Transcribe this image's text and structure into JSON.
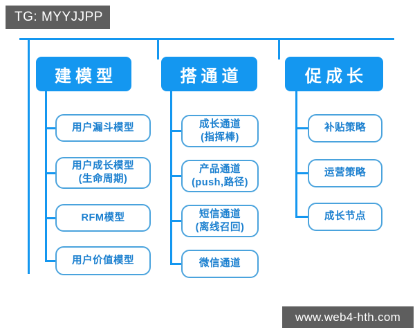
{
  "badges": {
    "top_left": "TG: MYYJJPP",
    "bottom_right": "www.web4-hth.com"
  },
  "colors": {
    "branch_blue": "#1497f0",
    "node_border": "#4aa3dd",
    "node_text": "#1a7fcf",
    "badge_bg": "#5e5e5e",
    "badge_text": "#ffffff",
    "background": "#ffffff"
  },
  "diagram": {
    "columns": [
      {
        "header": "建模型",
        "items": [
          {
            "lines": [
              "用户漏斗模型"
            ]
          },
          {
            "lines": [
              "用户成长模型",
              "(生命周期)"
            ]
          },
          {
            "lines": [
              "RFM模型"
            ]
          },
          {
            "lines": [
              "用户价值模型"
            ]
          }
        ]
      },
      {
        "header": "搭通道",
        "items": [
          {
            "lines": [
              "成长通道",
              "(指挥棒)"
            ]
          },
          {
            "lines": [
              "产品通道",
              "(push,路径)"
            ]
          },
          {
            "lines": [
              "短信通道",
              "(离线召回)"
            ]
          },
          {
            "lines": [
              "微信通道"
            ]
          }
        ]
      },
      {
        "header": "促成长",
        "items": [
          {
            "lines": [
              "补贴策略"
            ]
          },
          {
            "lines": [
              "运营策略"
            ]
          },
          {
            "lines": [
              "成长节点"
            ]
          }
        ]
      }
    ]
  }
}
